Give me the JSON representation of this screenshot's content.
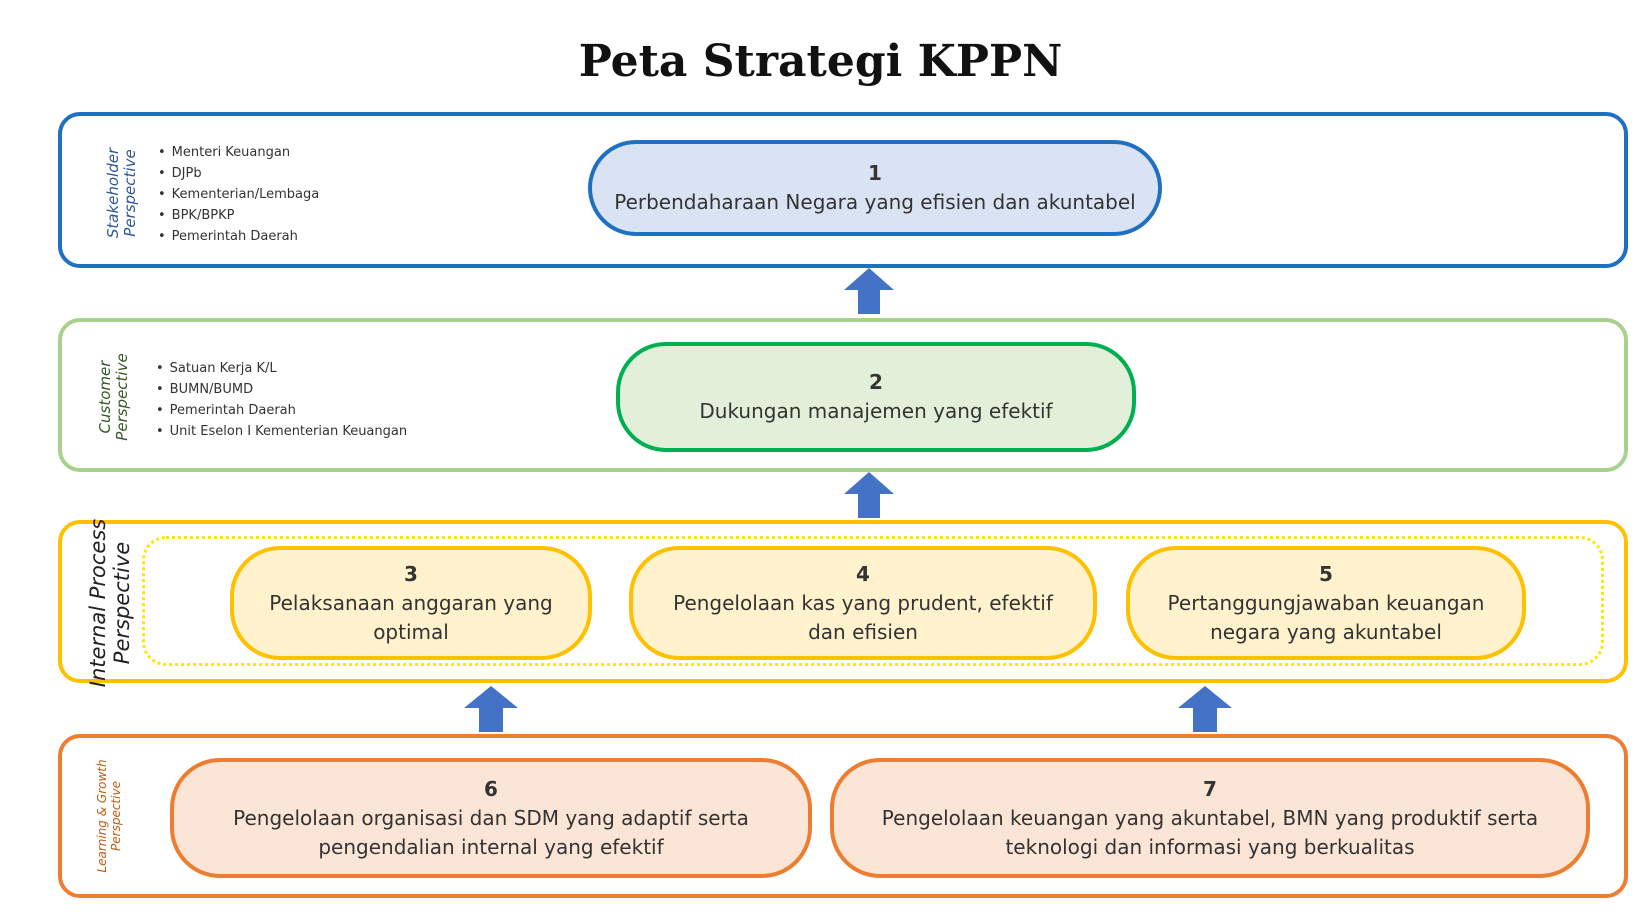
{
  "title": "Peta Strategi KPPN",
  "colors": {
    "stakeholder": "#1f6fc2",
    "customer": "#a9d18e",
    "internal": "#ffc000",
    "learning": "#ed7d31",
    "arrow": "#4472c4"
  },
  "stakeholder": {
    "perspective": [
      "Stakeholder",
      "Perspective"
    ],
    "bullets": [
      "Menteri Keuangan",
      "DJPb",
      "Kementerian/Lembaga",
      "BPK/BPKP",
      "Pemerintah Daerah"
    ],
    "objective": {
      "number": "1",
      "text": "Perbendaharaan Negara yang efisien dan akuntabel"
    }
  },
  "customer": {
    "perspective": [
      "Customer",
      "Perspective"
    ],
    "bullets": [
      "Satuan Kerja K/L",
      "BUMN/BUMD",
      "Pemerintah Daerah",
      "Unit Eselon I Kementerian Keuangan"
    ],
    "objective": {
      "number": "2",
      "text": "Dukungan manajemen yang efektif"
    }
  },
  "internal": {
    "perspective": [
      "Internal Process",
      "Perspective"
    ],
    "objectives": [
      {
        "number": "3",
        "lines": [
          "Pelaksanaan anggaran yang",
          "optimal"
        ]
      },
      {
        "number": "4",
        "lines": [
          "Pengelolaan kas yang prudent, efektif",
          "dan efisien"
        ]
      },
      {
        "number": "5",
        "lines": [
          "Pertanggungjawaban keuangan",
          "negara yang akuntabel"
        ]
      }
    ]
  },
  "learning": {
    "perspective": [
      "Learning & Growth",
      "Perspective"
    ],
    "objectives": [
      {
        "number": "6",
        "lines": [
          "Pengelolaan organisasi dan SDM yang adaptif serta",
          "pengendalian internal yang efektif"
        ]
      },
      {
        "number": "7",
        "lines": [
          "Pengelolaan keuangan yang akuntabel, BMN yang produktif serta",
          "teknologi dan informasi yang berkualitas"
        ]
      }
    ]
  }
}
